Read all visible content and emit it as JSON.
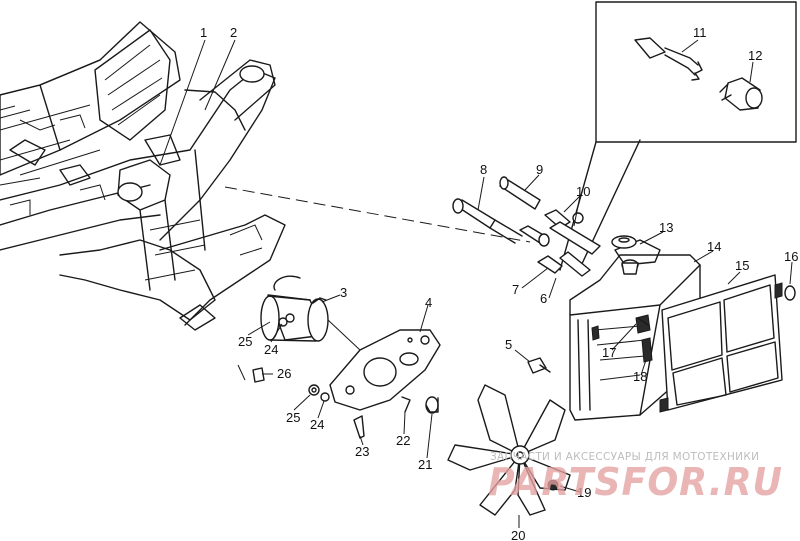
{
  "callouts": [
    {
      "id": "1",
      "text": "1"
    },
    {
      "id": "2",
      "text": "2"
    },
    {
      "id": "3",
      "text": "3"
    },
    {
      "id": "4",
      "text": "4"
    },
    {
      "id": "5",
      "text": "5"
    },
    {
      "id": "6",
      "text": "6"
    },
    {
      "id": "7",
      "text": "7"
    },
    {
      "id": "8",
      "text": "8"
    },
    {
      "id": "9",
      "text": "9"
    },
    {
      "id": "10",
      "text": "10"
    },
    {
      "id": "11",
      "text": "11"
    },
    {
      "id": "12",
      "text": "12"
    },
    {
      "id": "13",
      "text": "13"
    },
    {
      "id": "14",
      "text": "14"
    },
    {
      "id": "15",
      "text": "15"
    },
    {
      "id": "16",
      "text": "16"
    },
    {
      "id": "17",
      "text": "17"
    },
    {
      "id": "18",
      "text": "18"
    },
    {
      "id": "19",
      "text": "19"
    },
    {
      "id": "20",
      "text": "20"
    },
    {
      "id": "21",
      "text": "21"
    },
    {
      "id": "22",
      "text": "22"
    },
    {
      "id": "23",
      "text": "23"
    },
    {
      "id": "24a",
      "text": "24"
    },
    {
      "id": "24b",
      "text": "24"
    },
    {
      "id": "25a",
      "text": "25"
    },
    {
      "id": "25b",
      "text": "25"
    },
    {
      "id": "26",
      "text": "26"
    }
  ],
  "watermark": {
    "tagline": "ЗАПЧАСТИ И АКСЕССУАРЫ ДЛЯ МОТОТЕХНИКИ",
    "logo": "PARTSFOR.RU"
  },
  "colors": {
    "ink": "#1a1a1a",
    "watermark_logo": "#e3a0a0",
    "watermark_text": "#bdbdbd"
  }
}
